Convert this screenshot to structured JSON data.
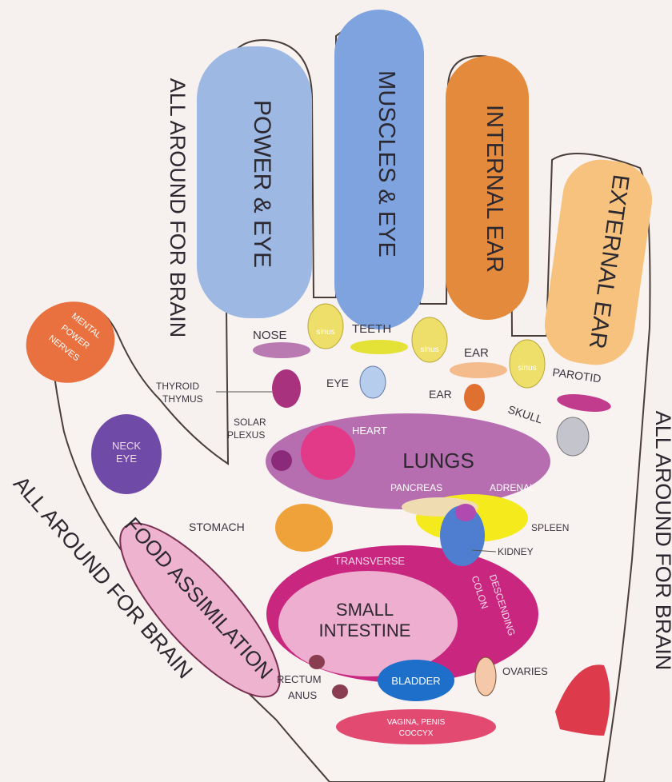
{
  "fingers": {
    "index": "POWER & EYE",
    "middle": "MUSCLES & EYE",
    "ring": "INTERNAL EAR",
    "little": "EXTERNAL EAR",
    "thumb": [
      "MENTAL",
      "POWER",
      "NERVES"
    ]
  },
  "margins": {
    "left_top": "ALL AROUND FOR BRAIN",
    "left_bottom": "ALL AROUND FOR BRAIN",
    "right": "ALL AROUND FOR BRAIN"
  },
  "labels": {
    "nose": "NOSE",
    "teeth": "TEETH",
    "ear_top": "EAR",
    "parotid": "PAROTID",
    "sinus": "sinus",
    "thyroid": "THYROID",
    "thymus": "THYMUS",
    "eye": "EYE",
    "ear": "EAR",
    "skull": "SKULL",
    "solar": "SOLAR",
    "plexus": "PLEXUS",
    "heart": "HEART",
    "lungs": "LUNGS",
    "pancreas": "PANCREAS",
    "adrenal": "ADRENAL",
    "neck": "NECK",
    "neck_eye": "EYE",
    "stomach": "STOMACH",
    "spleen": "SPLEEN",
    "kidney": "KIDNEY",
    "transverse": "TRANSVERSE",
    "descending": "DESCENDING",
    "colon": "COLON",
    "small": "SMALL",
    "intestine": "INTESTINE",
    "food": "FOOD ASSIMILATION",
    "rectum": "RECTUM",
    "anus": "ANUS",
    "bladder": "BLADDER",
    "ovaries": "OVARIES",
    "vagina": "VAGINA, PENIS",
    "coccyx": "COCCYX"
  },
  "colors": {
    "index": "#9db8e3",
    "middle": "#7ea3df",
    "ring": "#e48a3c",
    "little": "#f6c27e",
    "thumb": "#e8713f",
    "lungs": "#b76eb0",
    "heart": "#e23a88",
    "colon": "#c9267f",
    "intestine": "#eeaed0",
    "food": "#eeb3cf",
    "stomach": "#f0a23a",
    "spleen": "#f4ea1c",
    "kidney": "#4f7ed0",
    "bladder": "#1d6fc9",
    "neck": "#6f4aa6",
    "sinus": "#eede6a"
  }
}
